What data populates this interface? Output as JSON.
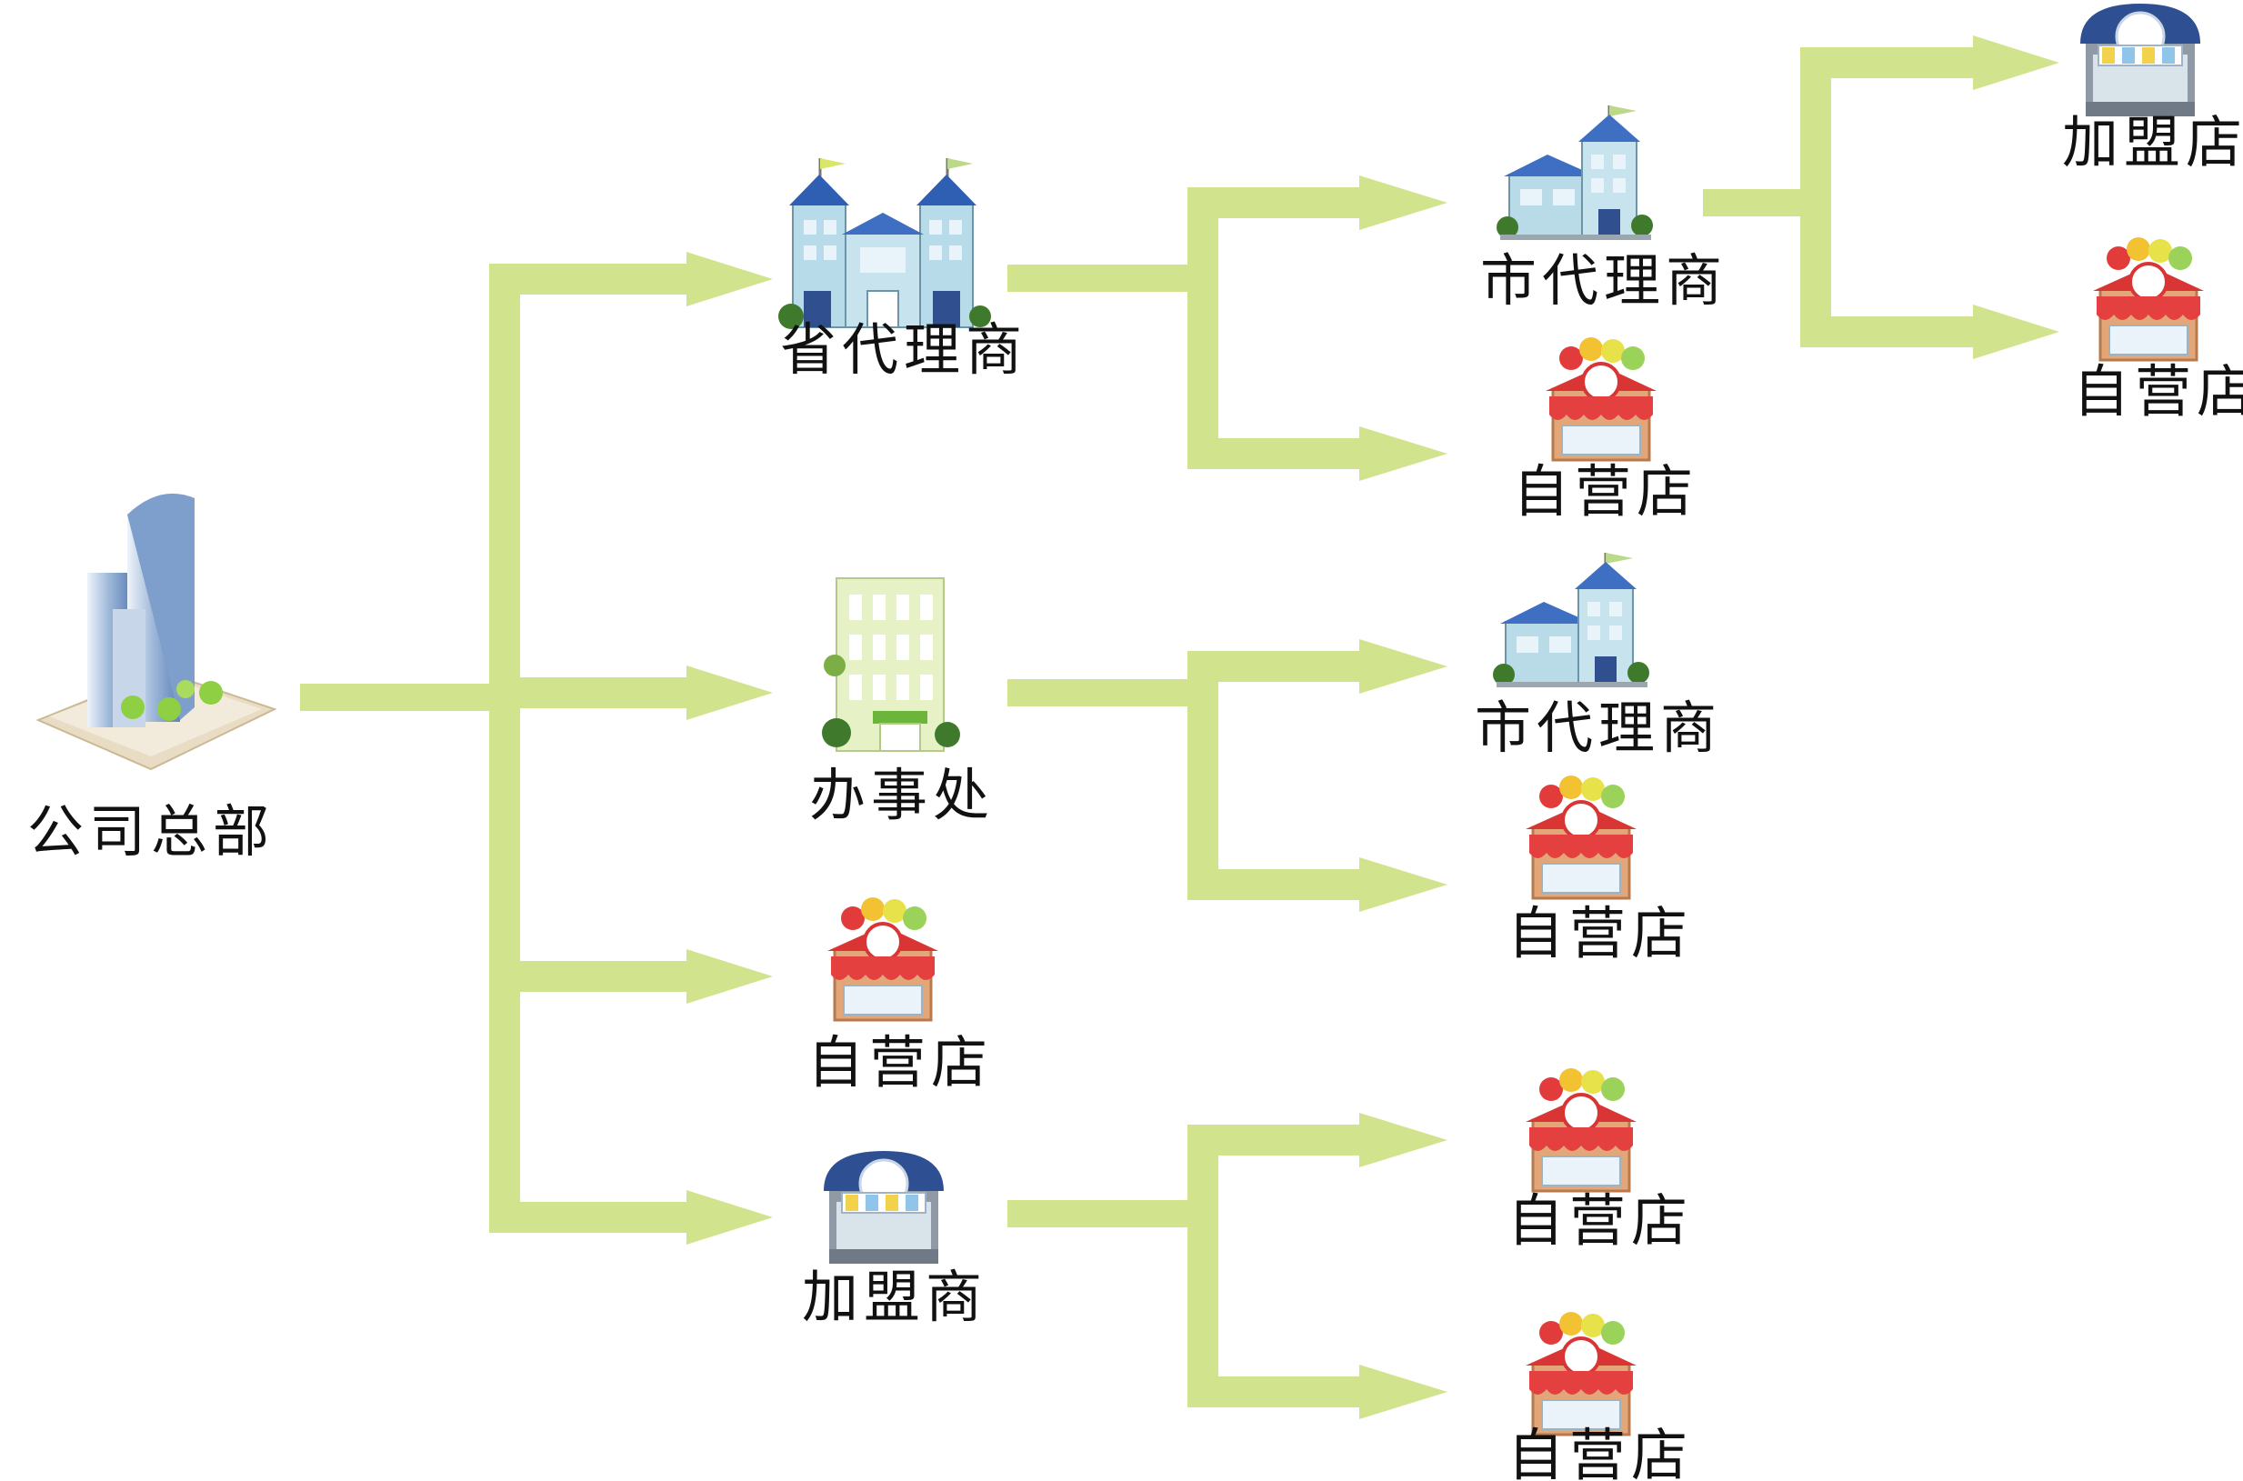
{
  "colors": {
    "arrow": "#d2e38d",
    "label_text": "#111111",
    "background": "#ffffff"
  },
  "nodes": {
    "hq": {
      "label": "公司总部",
      "icon": "office-tower-icon"
    },
    "provincial_agent": {
      "label": "省代理商",
      "icon": "castle-building-icon"
    },
    "office": {
      "label": "办事处",
      "icon": "office-building-icon"
    },
    "own_store_l1": {
      "label": "自营店",
      "icon": "candy-shop-icon"
    },
    "franchisee": {
      "label": "加盟商",
      "icon": "franchise-shop-icon"
    },
    "city_agent_1": {
      "label": "市代理商",
      "icon": "city-building-icon"
    },
    "own_store_prov": {
      "label": "自营店",
      "icon": "candy-shop-icon"
    },
    "city_agent_2": {
      "label": "市代理商",
      "icon": "city-building-icon"
    },
    "own_store_office": {
      "label": "自营店",
      "icon": "candy-shop-icon"
    },
    "own_store_fr_1": {
      "label": "自营店",
      "icon": "candy-shop-icon"
    },
    "own_store_fr_2": {
      "label": "自营店",
      "icon": "candy-shop-icon"
    },
    "franchise_store": {
      "label": "加盟店",
      "icon": "franchise-shop-icon"
    },
    "own_store_city": {
      "label": "自营店",
      "icon": "candy-shop-icon"
    }
  },
  "edges": [
    [
      "hq",
      "provincial_agent"
    ],
    [
      "hq",
      "office"
    ],
    [
      "hq",
      "own_store_l1"
    ],
    [
      "hq",
      "franchisee"
    ],
    [
      "provincial_agent",
      "city_agent_1"
    ],
    [
      "provincial_agent",
      "own_store_prov"
    ],
    [
      "office",
      "city_agent_2"
    ],
    [
      "office",
      "own_store_office"
    ],
    [
      "franchisee",
      "own_store_fr_1"
    ],
    [
      "franchisee",
      "own_store_fr_2"
    ],
    [
      "city_agent_1",
      "franchise_store"
    ],
    [
      "city_agent_1",
      "own_store_city"
    ]
  ]
}
